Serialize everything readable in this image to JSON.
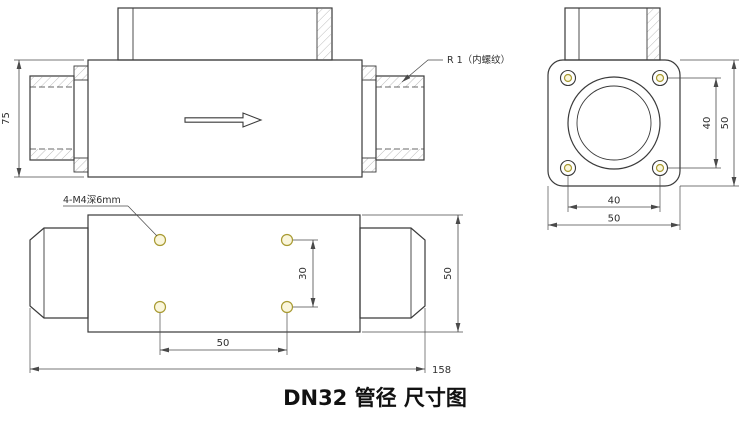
{
  "title": "DN32 管径 尺寸图",
  "colors": {
    "line": "#3a3a3a",
    "dim": "#4a4a4a",
    "hole": "#a89a32"
  },
  "side_view": {
    "height": "75",
    "thread_note": "R 1（内螺纹）"
  },
  "top_view": {
    "hole_note": "4-M4深6mm",
    "hole_spacing_v": "30",
    "hole_spacing_h": "50",
    "total_length": "158",
    "width": "50"
  },
  "end_view": {
    "hole_spacing_v": "40",
    "height": "50",
    "hole_spacing_h": "40",
    "width": "50"
  }
}
